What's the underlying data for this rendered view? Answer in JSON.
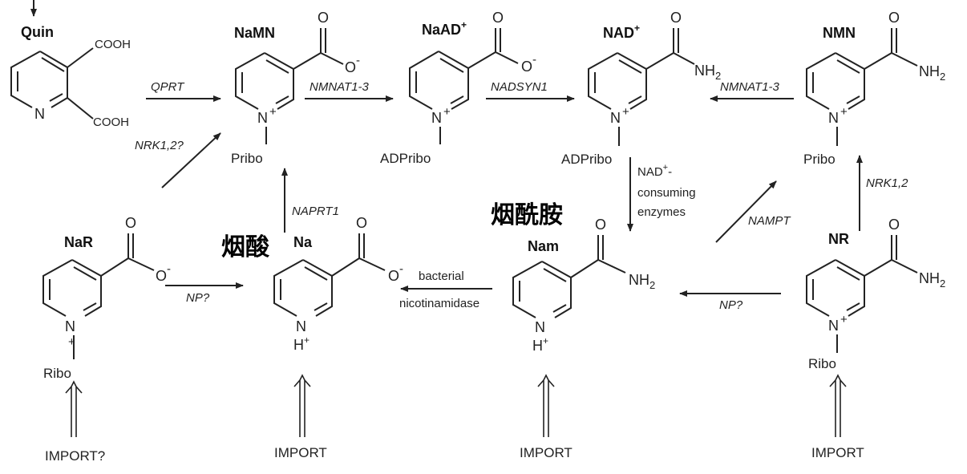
{
  "compounds": {
    "quin": {
      "name": "Quin",
      "top_sub": "COOH",
      "bottom_sub": "COOH"
    },
    "namn": {
      "name": "NaMN",
      "attach": "Pribo"
    },
    "naad": {
      "name": "NaAD",
      "name_sup": "+",
      "attach": "ADPribo"
    },
    "nad": {
      "name": "NAD",
      "name_sup": "+",
      "attach": "ADPribo"
    },
    "nmn": {
      "name": "NMN",
      "attach": "Pribo"
    },
    "nar": {
      "name": "NaR",
      "attach": "Ribo"
    },
    "na": {
      "name": "Na",
      "cn_label": "烟酸"
    },
    "nam": {
      "name": "Nam",
      "cn_label": "烟酰胺"
    },
    "nr": {
      "name": "NR",
      "attach": "Ribo"
    }
  },
  "atoms": {
    "o": "O",
    "n": "N",
    "nh2_main": "NH",
    "nh2_sub": "2",
    "minus": "-",
    "plus": "+",
    "h": "H"
  },
  "enzymes": {
    "qprt": "QPRT",
    "nmnat_left": "NMNAT1-3",
    "nadsyn": "NADSYN1",
    "nmnat_right": "NMNAT1-3",
    "nrk_left": "NRK1,2?",
    "naprt": "NAPRT1",
    "nampt": "NAMPT",
    "nrk_right": "NRK1,2",
    "np_left": "NP?",
    "np_right": "NP?"
  },
  "notes": {
    "consuming_1": "NAD",
    "consuming_1_sup": "+",
    "consuming_1_tail": "-",
    "consuming_2": "consuming",
    "consuming_3": "enzymes",
    "bacterial_1": "bacterial",
    "bacterial_2": "nicotinamidase"
  },
  "imports": {
    "nar": "IMPORT?",
    "na": "IMPORT",
    "nam": "IMPORT",
    "nr": "IMPORT"
  }
}
